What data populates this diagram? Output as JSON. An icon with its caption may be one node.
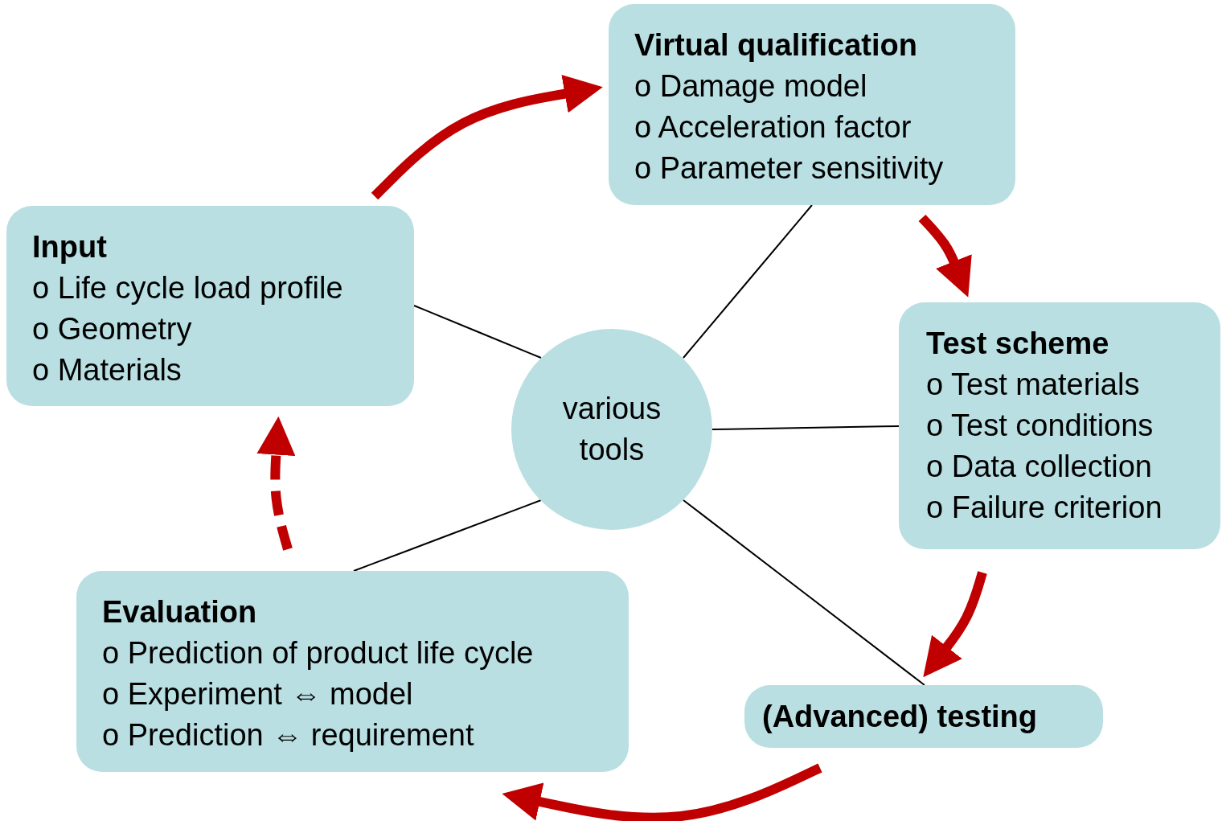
{
  "diagram": {
    "nodes": [
      {
        "text": [
          "Virtual qualification",
          "o Damage model",
          "o Acceleration factor",
          "o Parameter sensitivity"
        ]
      },
      {
        "text": [
          "Input",
          "o Life cycle load profile",
          "o Geometry",
          "o Materials"
        ]
      },
      {
        "text": [
          "various tools"
        ]
      },
      {
        "text": [
          "Test scheme",
          "o Test materials",
          "o Test conditions",
          "o Data collection",
          "o Failure criterion"
        ]
      },
      {
        "text": [
          "Evaluation",
          "o Prediction of product life cycle",
          "o Experiment ⇔ model",
          "o Prediction ⇔ requirement"
        ]
      },
      {
        "text": [
          "(Advanced) testing"
        ]
      }
    ],
    "edges": [
      {
        "from": 1,
        "to": 0,
        "arrow": "to",
        "style": "thick",
        "color": "#c00000"
      },
      {
        "from": 0,
        "to": 3,
        "arrow": "to",
        "style": "thick",
        "color": "#c00000"
      },
      {
        "from": 3,
        "to": 5,
        "arrow": "to",
        "style": "thick",
        "color": "#c00000"
      },
      {
        "from": 5,
        "to": 4,
        "arrow": "to",
        "style": "thick",
        "color": "#c00000"
      },
      {
        "from": 4,
        "to": 1,
        "arrow": "to",
        "style": "dashed",
        "color": "#c00000"
      },
      {
        "from": 2,
        "to": 0,
        "arrow": "none",
        "color": "#000000"
      },
      {
        "from": 2,
        "to": 1,
        "arrow": "none",
        "color": "#000000"
      },
      {
        "from": 2,
        "to": 3,
        "arrow": "none",
        "color": "#000000"
      },
      {
        "from": 2,
        "to": 4,
        "arrow": "none",
        "color": "#000000"
      },
      {
        "from": 2,
        "to": 5,
        "arrow": "none",
        "color": "#000000"
      }
    ]
  }
}
